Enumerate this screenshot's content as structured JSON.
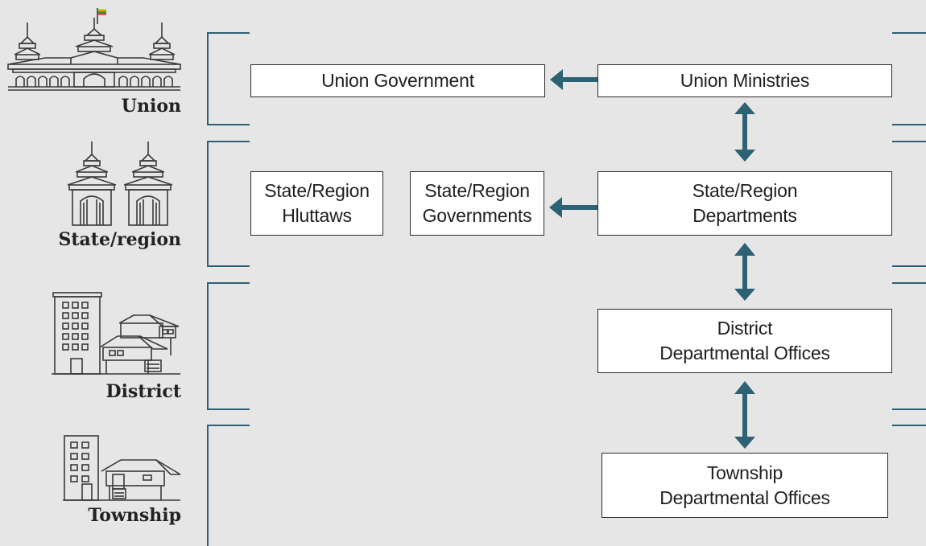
{
  "levels": [
    {
      "id": "union",
      "label": "Union",
      "icon": "parliament-building-icon"
    },
    {
      "id": "state_region",
      "label": "State/region",
      "icon": "twin-pavilion-icon"
    },
    {
      "id": "district",
      "label": "District",
      "icon": "tower-and-houses-icon"
    },
    {
      "id": "township",
      "label": "Township",
      "icon": "building-and-house-icon"
    }
  ],
  "boxes": {
    "union_government": {
      "line1": "Union Government"
    },
    "union_ministries": {
      "line1": "Union Ministries"
    },
    "state_region_hluttaws": {
      "line1": "State/Region",
      "line2": "Hluttaws"
    },
    "state_region_governments": {
      "line1": "State/Region",
      "line2": "Governments"
    },
    "state_region_departments": {
      "line1": "State/Region",
      "line2": "Departments"
    },
    "district_offices": {
      "line1": "District",
      "line2": "Departmental Offices"
    },
    "township_offices": {
      "line1": "Township",
      "line2": "Departmental Offices"
    }
  },
  "connections": [
    {
      "from": "union_ministries",
      "to": "union_government",
      "type": "arrow"
    },
    {
      "from": "union_ministries",
      "to": "state_region_departments",
      "type": "double-arrow"
    },
    {
      "from": "state_region_departments",
      "to": "state_region_governments",
      "type": "arrow"
    },
    {
      "from": "state_region_departments",
      "to": "district_offices",
      "type": "double-arrow"
    },
    {
      "from": "district_offices",
      "to": "township_offices",
      "type": "double-arrow"
    }
  ],
  "colors": {
    "arrow": "#2d6174",
    "bracket": "#2d6174",
    "background": "#e6e6e7",
    "flag_yellow": "#f5c400",
    "flag_green": "#3a9b3a",
    "flag_red": "#d6342c"
  }
}
